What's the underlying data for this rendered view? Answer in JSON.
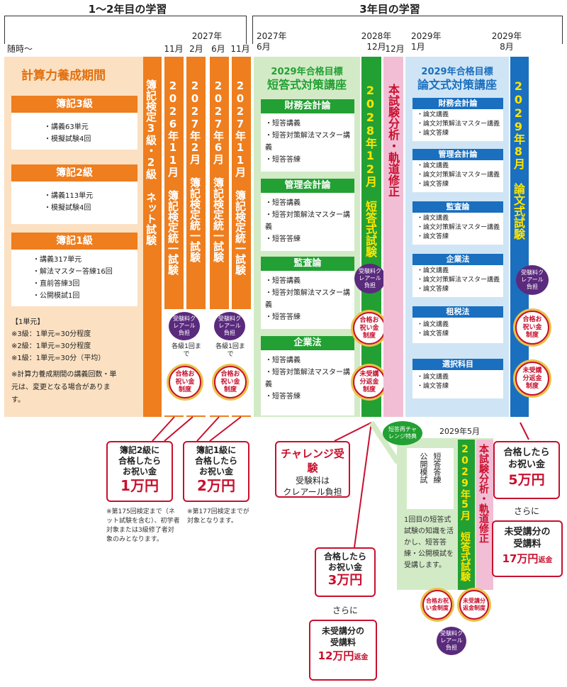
{
  "header": {
    "left_title": "1〜2年目の学習",
    "right_title": "3年目の学習",
    "start_label": "随時〜",
    "dates_left": {
      "y2027": "2027年",
      "m11a": "11月",
      "m2": "2月",
      "m6": "6月",
      "m11b": "11月"
    },
    "dates_right": {
      "d2027_6": [
        "2027年",
        "6月"
      ],
      "d2028_12": [
        "2028年",
        "12月"
      ],
      "m12": "12月",
      "d2029_1": [
        "2029年",
        "1月"
      ],
      "d2029_8": [
        "2029年",
        "8月"
      ]
    }
  },
  "calc_period": {
    "title": "計算力養成期間",
    "levels": [
      {
        "name": "簿記3級",
        "items": [
          "講義63単元",
          "模擬試験4回"
        ]
      },
      {
        "name": "簿記2級",
        "items": [
          "講義113単元",
          "模擬試験4回"
        ]
      },
      {
        "name": "簿記1級",
        "items": [
          "講義317単元",
          "解法マスター答練16回",
          "直前答練3回",
          "公開模試1回"
        ]
      }
    ],
    "unit_notes": [
      "【1単元】",
      "※3級：1単元=30分程度",
      "※2級：1単元=30分程度",
      "※1級：1単元=30分（平均）"
    ],
    "change_note": "※計算力養成期間の講義回数・単元は、変更となる場合があります。"
  },
  "vertical_labels": {
    "net_exam": "簿記検定3級・2級 ネット試験",
    "exam_2026_11": "2026年11月 簿記検定統一試験",
    "exam_2027_2": "2027年2月 簿記検定統一試験",
    "exam_2027_6": "2027年6月 簿記検定統一試験",
    "exam_2027_11": "2027年11月 簿記検定統一試験",
    "tanto_exam": "2028年12月 短答式試験",
    "analysis": "本試験分析・軌道修正",
    "ronbun_exam": "2029年8月 論文式試験",
    "tanto_2029": "2029年5月 短答式試験",
    "analysis2": "本試験分析・軌道修正"
  },
  "badges": {
    "clear_burden": "受験料クレアール負担",
    "each_once": "各級1回まで",
    "medal_celebration": "合格お祝い金制度",
    "medal_refund": "未受講分返金制度"
  },
  "tanto_course": {
    "title_top": "2029年合格目標",
    "title": "短答式対策講座",
    "subjects": [
      {
        "name": "財務会計論",
        "items": [
          "短答講義",
          "短答対策解法マスター講義",
          "短答答練"
        ]
      },
      {
        "name": "管理会計論",
        "items": [
          "短答講義",
          "短答対策解法マスター講義",
          "短答答練"
        ]
      },
      {
        "name": "監査論",
        "items": [
          "短答講義",
          "短答対策解法マスター講義",
          "短答答練"
        ]
      },
      {
        "name": "企業法",
        "items": [
          "短答講義",
          "短答対策解法マスター講義",
          "短答答練"
        ]
      }
    ]
  },
  "ronbun_course": {
    "title_top": "2029年合格目標",
    "title": "論文式対策講座",
    "subjects": [
      {
        "name": "財務会計論",
        "items": [
          "論文講義",
          "論文対策解法マスター講義",
          "論文答練"
        ]
      },
      {
        "name": "管理会計論",
        "items": [
          "論文講義",
          "論文対策解法マスター講義",
          "論文答練"
        ]
      },
      {
        "name": "監査論",
        "items": [
          "論文講義",
          "論文対策解法マスター講義",
          "論文答練"
        ]
      },
      {
        "name": "企業法",
        "items": [
          "論文講義",
          "論文対策解法マスター講義",
          "論文答練"
        ]
      },
      {
        "name": "租税法",
        "items": [
          "論文講義",
          "論文答練"
        ]
      },
      {
        "name": "選択科目",
        "items": [
          "論文講義",
          "論文答練"
        ]
      }
    ]
  },
  "callouts": {
    "bonus_2kyu": {
      "line1": "簿記2級に",
      "line2": "合格したら",
      "line3": "お祝い金",
      "amount": "1万円"
    },
    "bonus_1kyu": {
      "line1": "簿記1級に",
      "line2": "合格したら",
      "line3": "お祝い金",
      "amount": "2万円"
    },
    "note_2kyu": "※第175回検定まで（ネット試験を含む）、初学者対象または3級修了者対象のみとなります。",
    "note_1kyu": "※第177回検定までが対象となります。",
    "challenge": {
      "title": "チャレンジ受験",
      "line1": "受験料は",
      "line2": "クレアール負担"
    },
    "tanto_bonus": {
      "line1": "合格したら",
      "line2": "お祝い金",
      "amount": "3万円",
      "sarani": "さらに",
      "line3": "未受講分の",
      "line4": "受講料",
      "amount2": "12万円",
      "suffix": "返金"
    },
    "ronbun_bonus": {
      "line1": "合格したら",
      "line2": "お祝い金",
      "amount": "5万円",
      "sarani": "さらに",
      "line3": "未受講分の",
      "line4": "受講料",
      "amount2": "17万円",
      "suffix": "返金"
    },
    "rechallenge": {
      "badge": "短答再チャレンジ特典",
      "date": "2029年5月",
      "items": [
        "短答答練",
        "公開模試"
      ],
      "desc": "1回目の短答式試験の知識を活かし、短答答練・公開模試を受講します。"
    }
  },
  "colors": {
    "orange": "#ee7e1e",
    "green": "#23a033",
    "blue": "#1a6fbf",
    "pink": "#f2bed5",
    "red": "#c8102e",
    "purple": "#5a2a7d"
  }
}
